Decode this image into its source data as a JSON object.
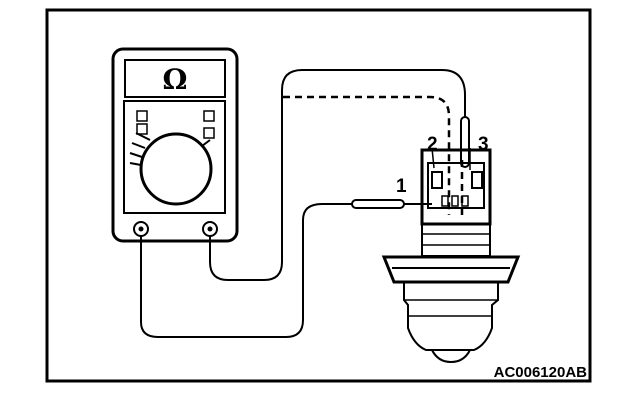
{
  "meter": {
    "display_symbol": "Ω"
  },
  "connector": {
    "pins": [
      {
        "label": "1"
      },
      {
        "label": "2"
      },
      {
        "label": "3"
      }
    ]
  },
  "figure": {
    "reference_code": "AC006120AB"
  }
}
